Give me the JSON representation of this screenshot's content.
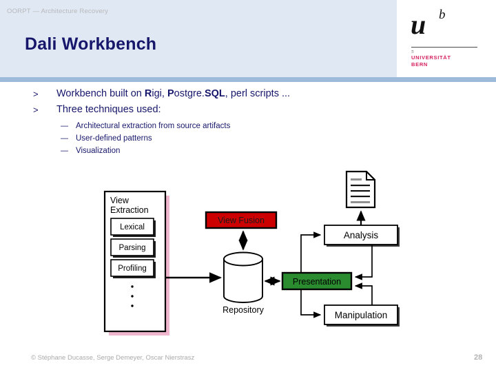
{
  "header": {
    "kicker": "OORPT — Architecture Recovery",
    "title": "Dali Workbench",
    "band_color": "#dfe8f3",
    "rule_color": "#9dbadb",
    "title_color": "#16166b"
  },
  "logo": {
    "mark_u": "u",
    "mark_b": "b",
    "tick": "ƽ",
    "name_line1": "UNIVERSITÄT",
    "name_line2": "BERN",
    "name_color": "#d6215f"
  },
  "bullets": {
    "level1": [
      {
        "marker": ">",
        "parts": [
          {
            "text": "Workbench built on ",
            "bold": false
          },
          {
            "text": "R",
            "bold": true
          },
          {
            "text": "igi, ",
            "bold": false
          },
          {
            "text": "P",
            "bold": true
          },
          {
            "text": "ostgre.",
            "bold": false
          },
          {
            "text": "SQL",
            "bold": true
          },
          {
            "text": ", perl scripts  ...",
            "bold": false
          }
        ],
        "plain": "Workbench built on Rigi, Postgre.SQL, perl scripts  ..."
      },
      {
        "marker": ">",
        "parts": [
          {
            "text": "Three techniques used:",
            "bold": false
          }
        ],
        "plain": "Three techniques used:"
      }
    ],
    "level2": [
      {
        "marker": "—",
        "text": "Architectural extraction from source artifacts"
      },
      {
        "marker": "—",
        "text": "User-defined patterns"
      },
      {
        "marker": "—",
        "text": "Visualization"
      }
    ]
  },
  "diagram": {
    "type": "architecture-flow",
    "view_extraction": {
      "title_line1": "View",
      "title_line2": "Extraction",
      "shadow_color": "#f0b6cd",
      "items": [
        "Lexical",
        "Parsing",
        "Profiling"
      ],
      "ellipsis": "·"
    },
    "nodes": [
      {
        "id": "view-fusion",
        "label": "View Fusion",
        "fill": "#cc0000",
        "text_color": "#1a1a1a"
      },
      {
        "id": "repository",
        "label": "Repository",
        "fill": "#ffffff",
        "text_color": "#000000",
        "shape": "cylinder"
      },
      {
        "id": "presentation",
        "label": "Presentation",
        "fill": "#2a8b2f",
        "text_color": "#000000"
      },
      {
        "id": "analysis",
        "label": "Analysis",
        "fill": "#ffffff",
        "text_color": "#000000"
      },
      {
        "id": "manipulation",
        "label": "Manipulation",
        "fill": "#ffffff",
        "text_color": "#000000"
      },
      {
        "id": "document",
        "label": "",
        "fill": "#ffffff",
        "text_color": "#000000",
        "shape": "document"
      }
    ]
  },
  "footer": {
    "copyright": "© Stéphane Ducasse, Serge Demeyer, Oscar Nierstrasz",
    "page_number": "28"
  }
}
